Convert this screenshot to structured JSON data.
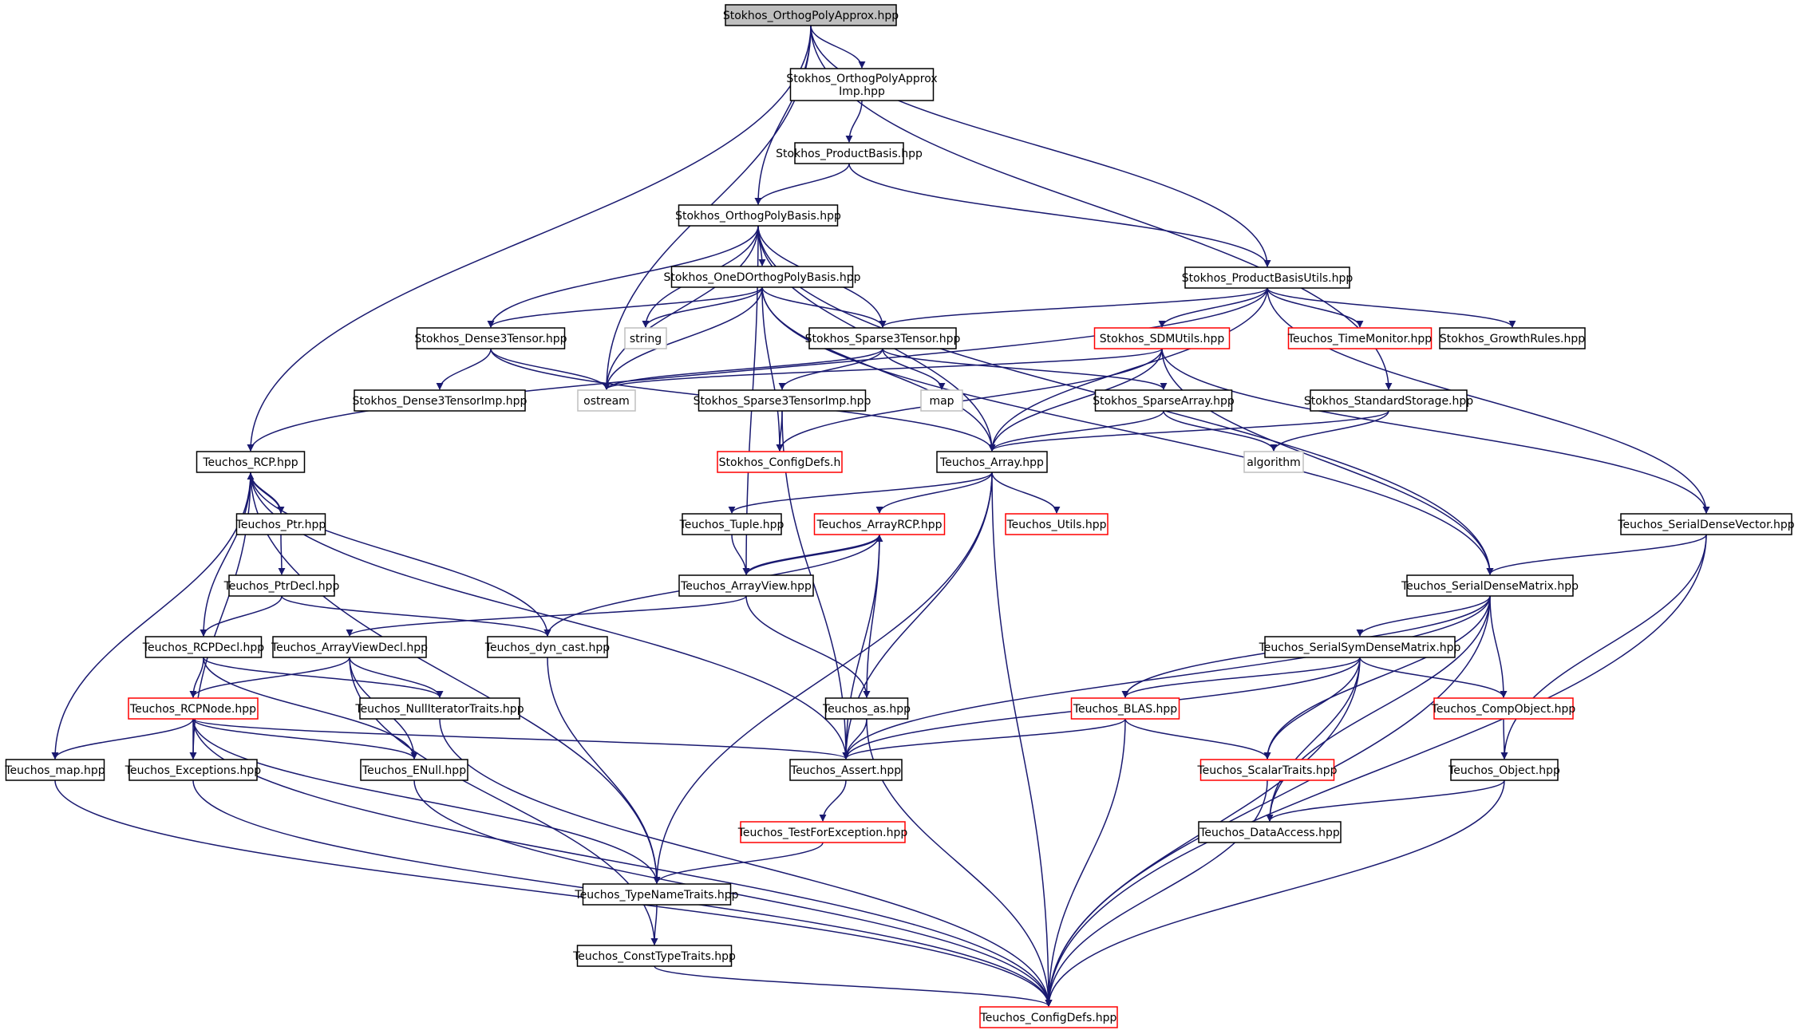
{
  "colors": {
    "edge": "#191970",
    "node_border_normal": "#000000",
    "node_border_truncated": "#ff0000",
    "node_border_external": "#bfbfbf",
    "root_fill": "#bfbfbf",
    "node_fill": "#ffffff"
  },
  "nodes": [
    {
      "id": "root",
      "label": "Stokhos_OrthogPolyApprox.hpp",
      "kind": "root"
    },
    {
      "id": "imp",
      "label": "Stokhos_OrthogPolyApprox\nImp.hpp",
      "kind": "normal"
    },
    {
      "id": "prodbasis",
      "label": "Stokhos_ProductBasis.hpp",
      "kind": "normal"
    },
    {
      "id": "orthobasis",
      "label": "Stokhos_OrthogPolyBasis.hpp",
      "kind": "normal"
    },
    {
      "id": "pbutils",
      "label": "Stokhos_ProductBasisUtils.hpp",
      "kind": "normal"
    },
    {
      "id": "oned",
      "label": "Stokhos_OneDOrthogPolyBasis.hpp",
      "kind": "normal"
    },
    {
      "id": "string",
      "label": "string",
      "kind": "external"
    },
    {
      "id": "dense3",
      "label": "Stokhos_Dense3Tensor.hpp",
      "kind": "normal"
    },
    {
      "id": "sparse3",
      "label": "Stokhos_Sparse3Tensor.hpp",
      "kind": "normal"
    },
    {
      "id": "sdm",
      "label": "Stokhos_SDMUtils.hpp",
      "kind": "truncated"
    },
    {
      "id": "timemon",
      "label": "Teuchos_TimeMonitor.hpp",
      "kind": "truncated"
    },
    {
      "id": "growth",
      "label": "Stokhos_GrowthRules.hpp",
      "kind": "normal"
    },
    {
      "id": "dense3imp",
      "label": "Stokhos_Dense3TensorImp.hpp",
      "kind": "normal"
    },
    {
      "id": "ostream",
      "label": "ostream",
      "kind": "external"
    },
    {
      "id": "sparse3imp",
      "label": "Stokhos_Sparse3TensorImp.hpp",
      "kind": "normal"
    },
    {
      "id": "map",
      "label": "map",
      "kind": "external"
    },
    {
      "id": "sparsearr",
      "label": "Stokhos_SparseArray.hpp",
      "kind": "normal"
    },
    {
      "id": "stdstorage",
      "label": "Stokhos_StandardStorage.hpp",
      "kind": "normal"
    },
    {
      "id": "rcp",
      "label": "Teuchos_RCP.hpp",
      "kind": "normal"
    },
    {
      "id": "configdefs_h",
      "label": "Stokhos_ConfigDefs.h",
      "kind": "truncated"
    },
    {
      "id": "array",
      "label": "Teuchos_Array.hpp",
      "kind": "normal"
    },
    {
      "id": "algorithm",
      "label": "algorithm",
      "kind": "external"
    },
    {
      "id": "ptr",
      "label": "Teuchos_Ptr.hpp",
      "kind": "normal"
    },
    {
      "id": "tuple",
      "label": "Teuchos_Tuple.hpp",
      "kind": "normal"
    },
    {
      "id": "arrayrcp",
      "label": "Teuchos_ArrayRCP.hpp",
      "kind": "truncated"
    },
    {
      "id": "utils",
      "label": "Teuchos_Utils.hpp",
      "kind": "truncated"
    },
    {
      "id": "sdv",
      "label": "Teuchos_SerialDenseVector.hpp",
      "kind": "normal"
    },
    {
      "id": "ptrdecl",
      "label": "Teuchos_PtrDecl.hpp",
      "kind": "normal"
    },
    {
      "id": "arrayview",
      "label": "Teuchos_ArrayView.hpp",
      "kind": "normal"
    },
    {
      "id": "sdm_matrix",
      "label": "Teuchos_SerialDenseMatrix.hpp",
      "kind": "normal"
    },
    {
      "id": "rcpdecl",
      "label": "Teuchos_RCPDecl.hpp",
      "kind": "normal"
    },
    {
      "id": "avdecl",
      "label": "Teuchos_ArrayViewDecl.hpp",
      "kind": "normal"
    },
    {
      "id": "dyncast",
      "label": "Teuchos_dyn_cast.hpp",
      "kind": "normal"
    },
    {
      "id": "ssdm",
      "label": "Teuchos_SerialSymDenseMatrix.hpp",
      "kind": "normal"
    },
    {
      "id": "rcpnode",
      "label": "Teuchos_RCPNode.hpp",
      "kind": "truncated"
    },
    {
      "id": "nullit",
      "label": "Teuchos_NullIteratorTraits.hpp",
      "kind": "normal"
    },
    {
      "id": "as",
      "label": "Teuchos_as.hpp",
      "kind": "normal"
    },
    {
      "id": "blas",
      "label": "Teuchos_BLAS.hpp",
      "kind": "truncated"
    },
    {
      "id": "compobj",
      "label": "Teuchos_CompObject.hpp",
      "kind": "truncated"
    },
    {
      "id": "tmap",
      "label": "Teuchos_map.hpp",
      "kind": "normal"
    },
    {
      "id": "exceptions",
      "label": "Teuchos_Exceptions.hpp",
      "kind": "normal"
    },
    {
      "id": "enull",
      "label": "Teuchos_ENull.hpp",
      "kind": "normal"
    },
    {
      "id": "assert",
      "label": "Teuchos_Assert.hpp",
      "kind": "normal"
    },
    {
      "id": "scalartraits",
      "label": "Teuchos_ScalarTraits.hpp",
      "kind": "truncated"
    },
    {
      "id": "object",
      "label": "Teuchos_Object.hpp",
      "kind": "normal"
    },
    {
      "id": "testexc",
      "label": "Teuchos_TestForException.hpp",
      "kind": "truncated"
    },
    {
      "id": "dataaccess",
      "label": "Teuchos_DataAccess.hpp",
      "kind": "normal"
    },
    {
      "id": "typename",
      "label": "Teuchos_TypeNameTraits.hpp",
      "kind": "normal"
    },
    {
      "id": "consttype",
      "label": "Teuchos_ConstTypeTraits.hpp",
      "kind": "normal"
    },
    {
      "id": "configdefs",
      "label": "Teuchos_ConfigDefs.hpp",
      "kind": "truncated"
    }
  ],
  "edges": [
    [
      "root",
      "imp"
    ],
    [
      "root",
      "orthobasis"
    ],
    [
      "root",
      "pbutils"
    ],
    [
      "root",
      "stdstorage"
    ],
    [
      "root",
      "ostream"
    ],
    [
      "root",
      "rcp"
    ],
    [
      "imp",
      "prodbasis"
    ],
    [
      "prodbasis",
      "orthobasis"
    ],
    [
      "prodbasis",
      "pbutils"
    ],
    [
      "orthobasis",
      "oned"
    ],
    [
      "orthobasis",
      "dense3"
    ],
    [
      "orthobasis",
      "sparse3"
    ],
    [
      "orthobasis",
      "string"
    ],
    [
      "orthobasis",
      "ostream"
    ],
    [
      "orthobasis",
      "array"
    ],
    [
      "orthobasis",
      "arrayview"
    ],
    [
      "orthobasis",
      "sdm_matrix"
    ],
    [
      "oned",
      "dense3"
    ],
    [
      "oned",
      "sparse3"
    ],
    [
      "oned",
      "string"
    ],
    [
      "oned",
      "ostream"
    ],
    [
      "oned",
      "configdefs_h"
    ],
    [
      "oned",
      "array"
    ],
    [
      "oned",
      "sdm_matrix"
    ],
    [
      "pbutils",
      "sparse3"
    ],
    [
      "pbutils",
      "sdm"
    ],
    [
      "pbutils",
      "timemon"
    ],
    [
      "pbutils",
      "growth"
    ],
    [
      "pbutils",
      "array"
    ],
    [
      "pbutils",
      "rcp"
    ],
    [
      "pbutils",
      "sdv"
    ],
    [
      "dense3",
      "dense3imp"
    ],
    [
      "dense3",
      "ostream"
    ],
    [
      "dense3",
      "array"
    ],
    [
      "sparse3",
      "sparse3imp"
    ],
    [
      "sparse3",
      "ostream"
    ],
    [
      "sparse3",
      "map"
    ],
    [
      "sparse3",
      "sparsearr"
    ],
    [
      "sdm",
      "ostream"
    ],
    [
      "sdm",
      "configdefs_h"
    ],
    [
      "sdm",
      "array"
    ],
    [
      "sdm",
      "sdm_matrix"
    ],
    [
      "sdm",
      "sdv"
    ],
    [
      "sparse3imp",
      "configdefs_h"
    ],
    [
      "sparse3imp",
      "assert"
    ],
    [
      "sparsearr",
      "array"
    ],
    [
      "sparsearr",
      "algorithm"
    ],
    [
      "stdstorage",
      "array"
    ],
    [
      "stdstorage",
      "algorithm"
    ],
    [
      "rcp",
      "ptr"
    ],
    [
      "rcp",
      "rcpdecl"
    ],
    [
      "rcp",
      "dyncast"
    ],
    [
      "rcp",
      "assert"
    ],
    [
      "rcp",
      "exceptions"
    ],
    [
      "rcp",
      "tmap"
    ],
    [
      "rcp",
      "typename"
    ],
    [
      "ptr",
      "rcp"
    ],
    [
      "ptr",
      "ptrdecl"
    ],
    [
      "ptrdecl",
      "rcpdecl"
    ],
    [
      "ptrdecl",
      "dyncast"
    ],
    [
      "array",
      "tuple"
    ],
    [
      "array",
      "arrayrcp"
    ],
    [
      "array",
      "utils"
    ],
    [
      "array",
      "assert"
    ],
    [
      "array",
      "typename"
    ],
    [
      "array",
      "configdefs"
    ],
    [
      "tuple",
      "arrayview"
    ],
    [
      "arrayrcp",
      "arrayview"
    ],
    [
      "arrayrcp",
      "dyncast"
    ],
    [
      "arrayrcp",
      "as"
    ],
    [
      "arrayrcp",
      "assert"
    ],
    [
      "arrayview",
      "arrayrcp"
    ],
    [
      "arrayview",
      "avdecl"
    ],
    [
      "arrayview",
      "as"
    ],
    [
      "rcpdecl",
      "rcpnode"
    ],
    [
      "rcpdecl",
      "nullit"
    ],
    [
      "rcpdecl",
      "enull"
    ],
    [
      "avdecl",
      "rcpnode"
    ],
    [
      "avdecl",
      "nullit"
    ],
    [
      "avdecl",
      "enull"
    ],
    [
      "avdecl",
      "consttype"
    ],
    [
      "dyncast",
      "typename"
    ],
    [
      "rcpnode",
      "tmap"
    ],
    [
      "rcpnode",
      "exceptions"
    ],
    [
      "rcpnode",
      "enull"
    ],
    [
      "rcpnode",
      "assert"
    ],
    [
      "rcpnode",
      "typename"
    ],
    [
      "rcpnode",
      "configdefs"
    ],
    [
      "nullit",
      "configdefs"
    ],
    [
      "as",
      "assert"
    ],
    [
      "as",
      "configdefs"
    ],
    [
      "sdv",
      "sdm_matrix"
    ],
    [
      "sdv",
      "object"
    ],
    [
      "sdv",
      "configdefs"
    ],
    [
      "sdm_matrix",
      "ssdm"
    ],
    [
      "sdm_matrix",
      "blas"
    ],
    [
      "sdm_matrix",
      "compobj"
    ],
    [
      "sdm_matrix",
      "assert"
    ],
    [
      "sdm_matrix",
      "scalartraits"
    ],
    [
      "sdm_matrix",
      "dataaccess"
    ],
    [
      "sdm_matrix",
      "configdefs"
    ],
    [
      "ssdm",
      "blas"
    ],
    [
      "ssdm",
      "compobj"
    ],
    [
      "ssdm",
      "assert"
    ],
    [
      "ssdm",
      "scalartraits"
    ],
    [
      "ssdm",
      "dataaccess"
    ],
    [
      "ssdm",
      "configdefs"
    ],
    [
      "blas",
      "assert"
    ],
    [
      "blas",
      "scalartraits"
    ],
    [
      "blas",
      "configdefs"
    ],
    [
      "compobj",
      "object"
    ],
    [
      "object",
      "dataaccess"
    ],
    [
      "object",
      "configdefs"
    ],
    [
      "scalartraits",
      "configdefs"
    ],
    [
      "tmap",
      "configdefs"
    ],
    [
      "exceptions",
      "configdefs"
    ],
    [
      "enull",
      "configdefs"
    ],
    [
      "assert",
      "testexc"
    ],
    [
      "testexc",
      "typename"
    ],
    [
      "typename",
      "consttype"
    ],
    [
      "consttype",
      "configdefs"
    ]
  ]
}
